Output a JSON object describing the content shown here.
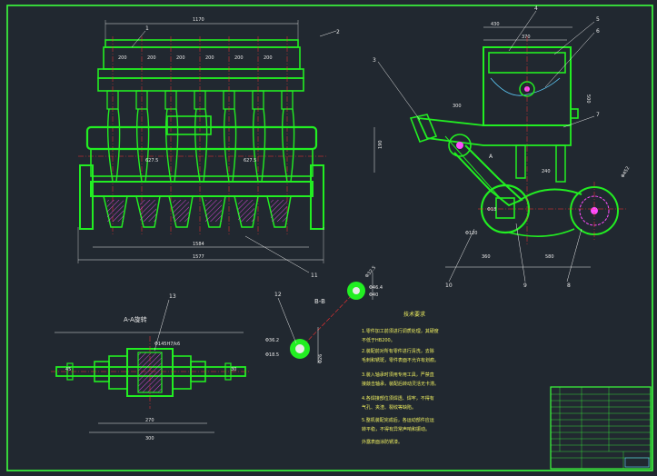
{
  "colors": {
    "background": "#212830",
    "frame": "#3cff3c",
    "part_outline": "#22ee22",
    "dimension": "#e8e8e8",
    "center_line": "#ff3030",
    "leader": "#5fd0ff",
    "hatch": "#ff4dff",
    "notes": "#f0f060"
  },
  "front_view": {
    "dims": {
      "top_overall": "1170",
      "spacing_1": "200",
      "spacing_2": "200",
      "spacing_3": "200",
      "spacing_4": "200",
      "spacing_5": "200",
      "spacing_6": "200",
      "mid_left": "627.5",
      "mid_right": "627.5",
      "bottom_inner": "1584",
      "bottom_outer": "1577"
    },
    "balloons": {
      "b1": "1",
      "b2": "2",
      "b11": "11"
    }
  },
  "side_view": {
    "dims": {
      "top_width": "430",
      "inner_width": "370",
      "tube": "300",
      "height_left": "190",
      "height_right": "500",
      "arm": "240",
      "bottom_left": "360",
      "bottom_right": "580",
      "wheel_dia": "Φ120",
      "roller_dia": "Φ452",
      "pin_dia": "Φ18"
    },
    "balloons": {
      "b3": "3",
      "b4": "4",
      "b5": "5",
      "b6": "6",
      "b7": "7",
      "b8": "8",
      "b9": "9",
      "b10": "10"
    },
    "section_mark": "A"
  },
  "section_view": {
    "title": "A-A旋转",
    "dims": {
      "fit": "Φ145H7/k6",
      "left": "45",
      "right": "30",
      "inner": "270",
      "overall": "300"
    },
    "balloon": "13"
  },
  "detail_b": {
    "title": "B-B",
    "dims": {
      "d1": "Φ32.5",
      "d2": "Φ46.4",
      "d3": "Φ40",
      "d4": "Φ36.2",
      "d5": "Φ18.5",
      "d6": "Φ26"
    },
    "balloon": "12"
  },
  "notes": {
    "title": "技术要求",
    "lines": [
      "1.零件加工前须进行调质处理，其硬度",
      "  不低于HB200。",
      "2.装配前对所有零件进行清洗，去除",
      "  毛刺和锈斑，零件表面不允许有划痕。",
      "3.装入轴承时须用专用工具，严禁直",
      "  接敲击轴承，装配后转动灵活无卡滞。",
      "4.各焊接部位须焊透、焊牢，不得有",
      "  气孔、夹渣、裂纹等缺陷。",
      "5.整机装配完成后，各运动部件应运",
      "  转平稳，不得有异常声响和振动。",
      "  外露表面涂防锈漆。"
    ]
  },
  "title_block": {
    "rows": [
      "",
      "",
      "",
      "",
      "",
      "",
      "",
      "",
      "",
      "",
      "",
      ""
    ]
  }
}
